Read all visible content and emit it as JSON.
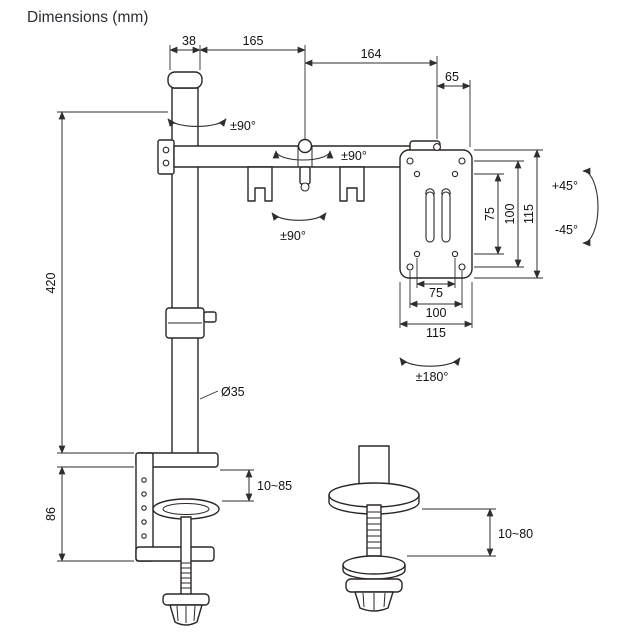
{
  "title": "Dimensions (mm)",
  "labels": {
    "pole_cap_width": "38",
    "arm_segment_1": "165",
    "arm_segment_2": "164",
    "vesa_offset": "65",
    "pole_swivel": "±90°",
    "arm_joint_swivel": "±90°",
    "elbow_swivel": "±90°",
    "tilt_up": "+45°",
    "tilt_down": "-45°",
    "vesa_vertical_75": "75",
    "vesa_vertical_100": "100",
    "vesa_vertical_115": "115",
    "vesa_horizontal_75": "75",
    "vesa_horizontal_100": "100",
    "vesa_horizontal_115": "115",
    "vesa_rotation": "±180°",
    "pole_height": "420",
    "pole_diameter": "Ø35",
    "clamp_height": "86",
    "clamp_range": "10~85",
    "grommet_range": "10~80"
  },
  "colors": {
    "line": "#2a2624",
    "dimension_line": "#2e2e2e",
    "text": "#111111",
    "background": "#ffffff"
  }
}
